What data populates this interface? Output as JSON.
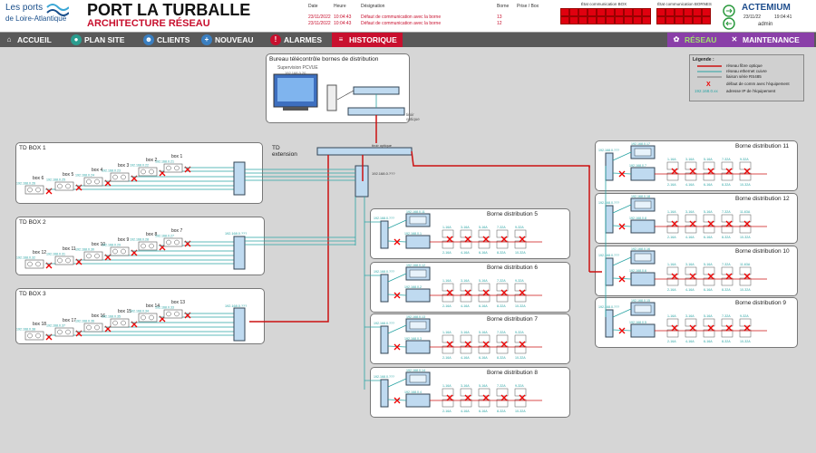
{
  "header": {
    "logo_line1": "Les ports",
    "logo_line2": "de Loire-Atlantique",
    "title": "PORT LA TURBALLE",
    "subtitle": "ARCHITECTURE RÉSEAU"
  },
  "alarms": {
    "columns": [
      "Date",
      "Heure",
      "Désignation",
      "Borne",
      "Prise / Box"
    ],
    "rows": [
      {
        "date": "23/11/2022",
        "time": "10:04:43",
        "label": "Défaut de communication avec la borne",
        "borne": "13",
        "prise": ""
      },
      {
        "date": "23/11/2022",
        "time": "10:04:43",
        "label": "Défaut de communication avec la borne",
        "borne": "12",
        "prise": ""
      }
    ]
  },
  "comm": {
    "box_label": "État communication BOX",
    "bornes_label": "État communication BORNES"
  },
  "actemium": {
    "brand": "ACTEMIUM",
    "date": "23/11/22",
    "time": "19:04:41",
    "user": "admin"
  },
  "nav": {
    "accueil": "ACCUEIL",
    "plan_site": "PLAN SITE",
    "clients": "CLIENTS",
    "nouveau": "NOUVEAU",
    "alarmes": "ALARMES",
    "historique": "HISTORIQUE",
    "reseau": "RÉSEAU",
    "maintenance": "MAINTENANCE"
  },
  "colors": {
    "nav_bg": "#595959",
    "alarm_red": "#c8102e",
    "cable_red": "#cc1111",
    "cable_teal": "#2aa4a4",
    "switch_blue": "#bfdaf0",
    "reseau_purple": "#8a3fa8"
  },
  "bureau": {
    "title": "Bureau télécontrôle bornes de distribution",
    "supervision": "Supervision PCVUE",
    "ip_supervision": "192.168.0.20",
    "ip_switch": "192.168.0.???",
    "tiroir": "tiroir optique"
  },
  "td_box_1": {
    "title": "TD BOX 1",
    "extension": "TD extension",
    "boxes": [
      "box 6",
      "box 5",
      "box 4",
      "box 3",
      "box 2",
      "box 1"
    ],
    "ips": [
      "192.168.0.26",
      "192.168.0.25",
      "192.168.0.24",
      "192.168.0.23",
      "192.168.0.22",
      "192.168.0.21"
    ],
    "switch_ip": "192.168.0.???"
  },
  "td_box_2": {
    "title": "TD BOX 2",
    "boxes": [
      "box 12",
      "box 11",
      "box 10",
      "box 9",
      "box 8",
      "box 7"
    ],
    "ips": [
      "192.168.0.32",
      "192.168.0.31",
      "192.168.0.30",
      "192.168.0.29",
      "192.168.0.28",
      "192.168.0.27"
    ],
    "switch_ip": "192.168.0.???"
  },
  "td_box_3": {
    "title": "TD BOX 3",
    "boxes": [
      "box 18",
      "box 17",
      "box 16",
      "box 15",
      "box 14",
      "box 13"
    ],
    "ips": [
      "192.168.0.38",
      "192.168.0.37",
      "192.168.0.36",
      "192.168.0.35",
      "192.168.0.34",
      "192.168.0.33"
    ],
    "switch_ip": "192.168.0.???"
  },
  "tiroir_center": "tiroir optique",
  "center_switch_ip": "192.168.0.???",
  "bornes_left": [
    {
      "title": "Borne distribution 5",
      "ip": "192.168.0.???",
      "ip_a": "192.168.0.11",
      "ip_b": "192.168.0.1"
    },
    {
      "title": "Borne distribution 6",
      "ip": "192.168.0.???",
      "ip_a": "192.168.0.12",
      "ip_b": "192.168.0.2"
    },
    {
      "title": "Borne distribution 7",
      "ip": "192.168.0.???",
      "ip_a": "192.168.0.13",
      "ip_b": "192.168.0.3"
    },
    {
      "title": "Borne distribution 8",
      "ip": "192.168.0.???",
      "ip_a": "192.168.0.14",
      "ip_b": "192.168.0.4"
    }
  ],
  "bornes_right": [
    {
      "title": "Borne distribution 11",
      "ip": "192.168.0.???",
      "ip_a": "192.168.0.17",
      "ip_b": "192.168.0.7"
    },
    {
      "title": "Borne distribution 12",
      "ip": "192.168.0.???",
      "ip_a": "192.168.0.18",
      "ip_b": "192.168.0.8"
    },
    {
      "title": "Borne distribution 10",
      "ip": "192.168.0.???",
      "ip_a": "192.168.0.16",
      "ip_b": "192.168.0.6"
    },
    {
      "title": "Borne distribution 9",
      "ip": "192.168.0.???",
      "ip_a": "192.168.0.15",
      "ip_b": "192.168.0.5"
    }
  ],
  "prises_top": [
    "1-16A",
    "3-16A",
    "5-16A",
    "7-32A",
    "9-32A"
  ],
  "prises_bottom": [
    "2-16A",
    "4-16A",
    "6-16A",
    "8-32A",
    "10-32A"
  ],
  "prises_top_alt": [
    "1-16A",
    "3-16A",
    "5-16A",
    "7-32A",
    "11-63A"
  ],
  "legend": {
    "title": "Légende :",
    "items": [
      "réseau fibre optique",
      "réseau ethernet cuivre",
      "liaison série RS485",
      "défaut de comm avec l'équipement",
      "adresse IP de l'équipement"
    ],
    "ip_sample": "192.168.0.xx"
  }
}
